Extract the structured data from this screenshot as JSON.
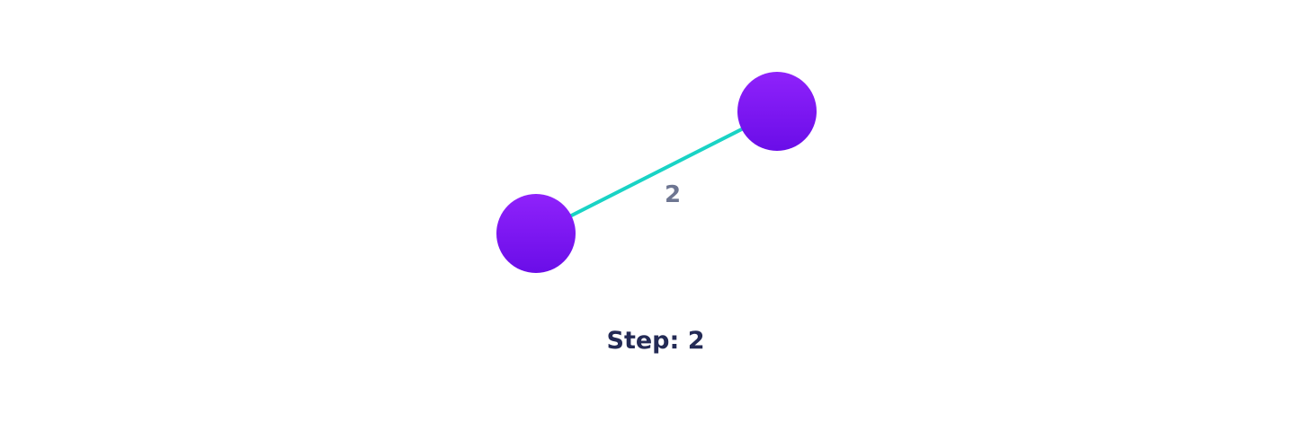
{
  "colors": {
    "background": "#ffffff",
    "node_top": "#8f22fb",
    "node_bottom": "#6a0de8",
    "edge": "#19d3c5",
    "weight_text": "#6d7591",
    "caption_text": "#232a55"
  },
  "graph": {
    "nodes": [
      {
        "id": "a"
      },
      {
        "id": "b"
      }
    ],
    "edges": [
      {
        "from": "a",
        "to": "b",
        "weight": "2"
      }
    ]
  },
  "caption": {
    "label": "Step:",
    "value": "2"
  }
}
